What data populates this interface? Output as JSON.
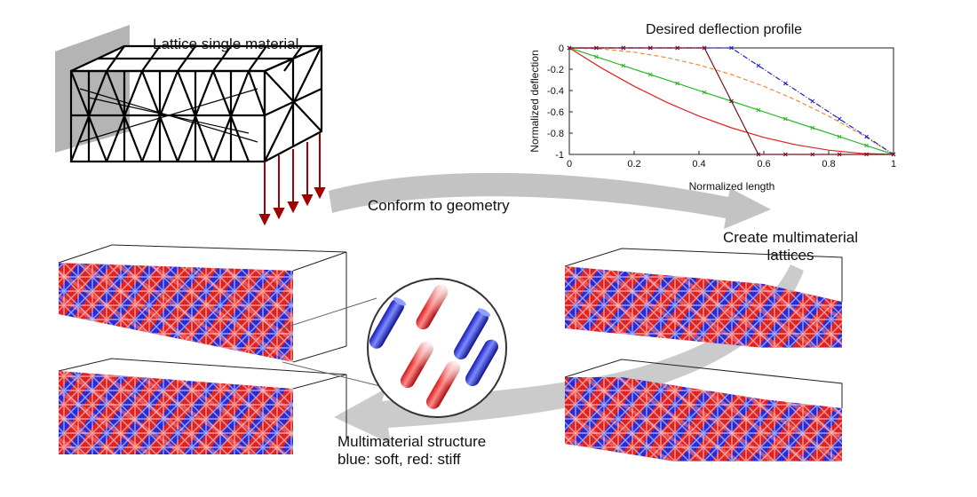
{
  "labels": {
    "lattice_single": "Lattice single material",
    "conform": "Conform to geometry",
    "create_line1": "Create multimaterial",
    "create_line2": "lattices",
    "mm_line1": "Multimaterial structure",
    "mm_line2": "blue: soft, red: stiff"
  },
  "colors": {
    "soft": "#2b2bd6",
    "stiff": "#e02222",
    "arrow": "#b9b9b9",
    "load": "#a00000"
  },
  "chart_data": {
    "type": "line",
    "title": "Desired deflection profile",
    "xlabel": "Normalized length",
    "ylabel": "Normalized deflection",
    "xlim": [
      0,
      1
    ],
    "ylim": [
      -1,
      0
    ],
    "xticks": [
      "0",
      "0.2",
      "0.4",
      "0.6",
      "0.8",
      "1"
    ],
    "yticks": [
      "0",
      "-0.2",
      "-0.4",
      "-0.6",
      "-0.8",
      "-1"
    ],
    "grid": false,
    "series": [
      {
        "color": "#e02222",
        "style": "solid",
        "marker": "none",
        "x": [
          0,
          0.1,
          0.2,
          0.3,
          0.4,
          0.5,
          0.6,
          0.7,
          0.8,
          0.9,
          1.0
        ],
        "y": [
          0,
          -0.19,
          -0.36,
          -0.51,
          -0.64,
          -0.75,
          -0.84,
          -0.91,
          -0.96,
          -0.99,
          -1.0
        ]
      },
      {
        "color": "#2db82d",
        "style": "solid",
        "marker": "x",
        "x": [
          0,
          0.0833,
          0.1667,
          0.25,
          0.3333,
          0.4167,
          0.5,
          0.5833,
          0.6667,
          0.75,
          0.8333,
          0.9167,
          1.0
        ],
        "y": [
          0,
          -0.083,
          -0.167,
          -0.25,
          -0.333,
          -0.417,
          -0.5,
          -0.583,
          -0.667,
          -0.75,
          -0.833,
          -0.917,
          -1.0
        ]
      },
      {
        "color": "#f08a3c",
        "style": "dashed",
        "marker": "none",
        "x": [
          0,
          0.1,
          0.2,
          0.3,
          0.4,
          0.5,
          0.6,
          0.7,
          0.8,
          0.9,
          1.0
        ],
        "y": [
          0,
          -0.01,
          -0.04,
          -0.09,
          -0.16,
          -0.25,
          -0.36,
          -0.49,
          -0.64,
          -0.81,
          -1.0
        ]
      },
      {
        "color": "#2020d0",
        "style": "dashdot",
        "marker": "x",
        "x": [
          0,
          0.0833,
          0.1667,
          0.25,
          0.3333,
          0.4167,
          0.5,
          0.5833,
          0.6667,
          0.75,
          0.8333,
          0.9167,
          1.0
        ],
        "y": [
          0,
          0,
          0,
          0,
          0,
          0,
          0,
          -0.167,
          -0.333,
          -0.5,
          -0.667,
          -0.833,
          -1.0
        ]
      },
      {
        "color": "#7a1020",
        "style": "solid",
        "marker": "x",
        "x": [
          0,
          0.0833,
          0.1667,
          0.25,
          0.3333,
          0.4167,
          0.5,
          0.5833,
          0.6667,
          0.75,
          0.8333,
          0.9167,
          1.0
        ],
        "y": [
          0,
          0,
          0,
          0,
          0,
          0,
          -0.5,
          -1.0,
          -1.0,
          -1.0,
          -1.0,
          -1.0,
          -1.0
        ]
      }
    ]
  }
}
